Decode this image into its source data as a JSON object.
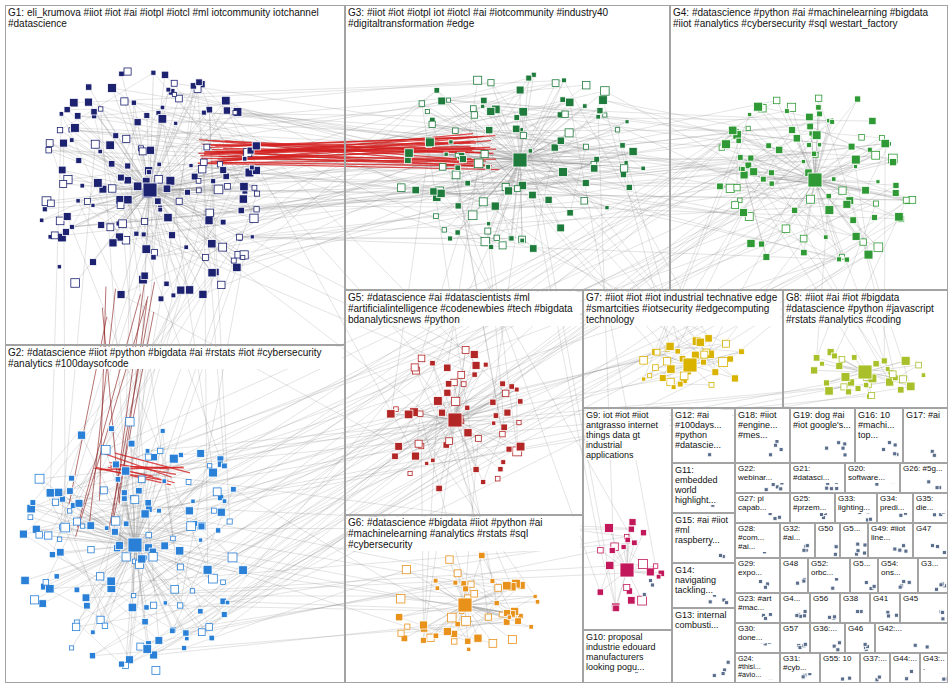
{
  "diagram": {
    "nodes": [
      {
        "text": [
          "G1: eli_krumova #iiot #iot #ai #iotpl #iotcl #ml iotcommunity iotchannel #datascience"
        ]
      },
      {
        "text": [
          "G3: #iiot #iot #iotpl iot #iotcl #ai #iotcommunity #industry40 #digitaltransformation #edge"
        ]
      },
      {
        "text": [
          "G4: #datascience #python #ai #machinelearning #bigdata #iiot #analytics #cybersecurity #sql westart_factory"
        ]
      },
      {
        "text": [
          "G5: #datascience #ai #datascientists #ml #artificialintelligence #codenewbies #tech #bigdata bdanalyticsnews #python"
        ]
      },
      {
        "text": [
          "G7: #iiot #iot #iot industrial technative edge #smartcities #iotsecurity #edgecomputing technology"
        ]
      },
      {
        "text": [
          "G8: #iiot #ai #iot #bigdata #datascience #python #javascript #rstats #analytics #coding"
        ]
      },
      {
        "text": [
          "G2: #datascience #iiot #python #bigdata #ai #rstats #iot #cybersecurity #analytics #100daysofcode"
        ]
      },
      {
        "text": [
          "G6: #datascience #bigdata #iiot #python #ai #machinelearning #analytics #rstats #sql #cybersecurity"
        ]
      },
      {
        "text": [
          "G9: iot #iot #iiot antgrasso internet things data gt industrial applications"
        ]
      },
      {
        "text": [
          "G10: proposal industrie edouard manufacturers looking pogu..."
        ]
      },
      {
        "text": [
          "G12: #ai #100days... #python #datascie..."
        ]
      },
      {
        "text": [
          "G18: #iiot #engine... #mes..."
        ]
      },
      {
        "text": [
          "G19: dog #ai #iot google's..."
        ]
      },
      {
        "text": [
          "G16: 10 #machi... top..."
        ]
      },
      {
        "text": [
          "G17: #ai"
        ]
      },
      {
        "text": [
          "G11: embedded world highlight..."
        ]
      },
      {
        "text": [
          "G22: webinar..."
        ]
      },
      {
        "text": [
          "G21: #datasci..."
        ]
      },
      {
        "text": [
          "G20: software..."
        ]
      },
      {
        "text": [
          "G26: #5g..."
        ]
      },
      {
        "text": [
          "G27: pi capab..."
        ]
      },
      {
        "text": [
          "G25: #przem..."
        ]
      },
      {
        "text": [
          "G33: lighting..."
        ]
      },
      {
        "text": [
          "G34: predi..."
        ]
      },
      {
        "text": [
          "G35: die..."
        ]
      },
      {
        "text": [
          "G15: #ai #iiot #ml raspberry..."
        ]
      },
      {
        "text": [
          "G28: #com... #ai..."
        ]
      },
      {
        "text": [
          "G32: #ai..."
        ]
      },
      {
        "text": [
          "G50"
        ]
      },
      {
        "text": [
          "G5..."
        ]
      },
      {
        "text": [
          "G49: #iiot line..."
        ]
      },
      {
        "text": [
          "G47"
        ]
      },
      {
        "text": [
          "G29: expo..."
        ]
      },
      {
        "text": [
          "G48"
        ]
      },
      {
        "text": [
          "G52: orbc..."
        ]
      },
      {
        "text": [
          "G5..."
        ]
      },
      {
        "text": [
          "G54: ons..."
        ]
      },
      {
        "text": [
          "G3..."
        ]
      },
      {
        "text": [
          "G14: navigating tackling..."
        ]
      },
      {
        "text": [
          "G23: #art #mac..."
        ]
      },
      {
        "text": [
          "G4..."
        ]
      },
      {
        "text": [
          "G56"
        ]
      },
      {
        "text": [
          "G38"
        ]
      },
      {
        "text": [
          "G41"
        ]
      },
      {
        "text": [
          "G45"
        ]
      },
      {
        "text": [
          "G13: internal combusti..."
        ]
      },
      {
        "text": [
          "G30: done..."
        ]
      },
      {
        "text": [
          "G57"
        ]
      },
      {
        "text": [
          "G36:..."
        ]
      },
      {
        "text": [
          "G46"
        ]
      },
      {
        "text": [
          "G42:..."
        ]
      },
      {
        "text": [
          "G24: #thisi... #avio..."
        ]
      },
      {
        "text": [
          "G31: #cyb..."
        ]
      },
      {
        "text": [
          "G55: 10"
        ]
      },
      {
        "text": [
          "G37:..."
        ]
      },
      {
        "text": [
          "G44:..."
        ]
      },
      {
        "text": [
          "G43:..."
        ]
      }
    ]
  }
}
